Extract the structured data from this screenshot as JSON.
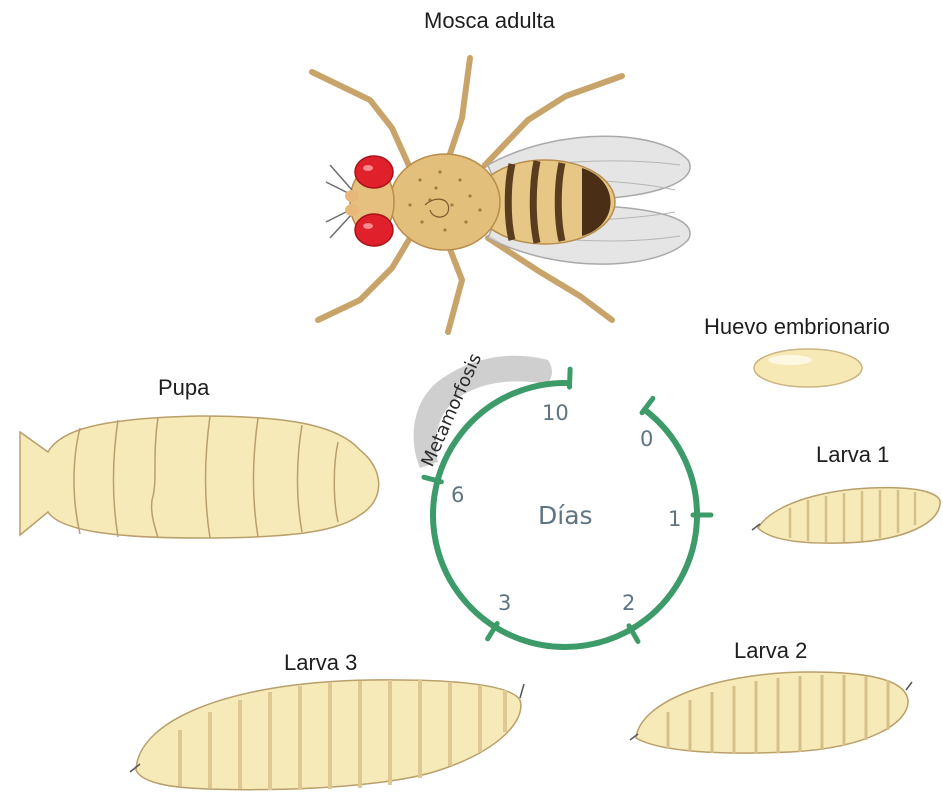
{
  "stages": {
    "adult": "Mosca adulta",
    "egg": "Huevo embrionario",
    "larva1": "Larva 1",
    "larva2": "Larva 2",
    "larva3": "Larva 3",
    "pupa": "Pupa"
  },
  "cycle": {
    "center_label": "Días",
    "phase_label": "Metamorfosis",
    "days": [
      "0",
      "1",
      "2",
      "3",
      "6",
      "10"
    ],
    "ring_color": "#3d9b6a",
    "text_color": "#5e7483"
  },
  "colors": {
    "larva_fill": "#f6eab8",
    "fly_eye": "#e0202a",
    "fly_body": "#e2bf7a"
  }
}
